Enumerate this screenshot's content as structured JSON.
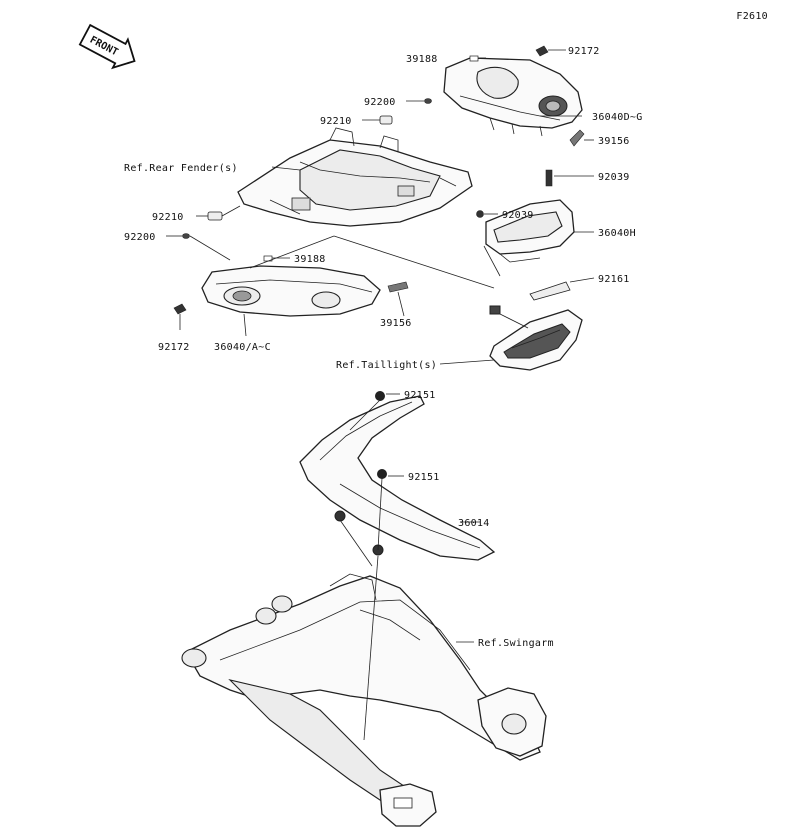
{
  "diagram_code": "F2610",
  "front_badge": "FRONT",
  "labels": {
    "p39188_top": "39188",
    "p92172_top": "92172",
    "p92200_top": "92200",
    "p36040DG": "36040D~G",
    "p92210_top": "92210",
    "p39156_top": "39156",
    "ref_rear_fender": "Ref.Rear Fender(s)",
    "p92039_right": "92039",
    "p92039_mid": "92039",
    "p36040H": "36040H",
    "p92210_left": "92210",
    "p92200_left": "92200",
    "p39188_mid": "39188",
    "p92161": "92161",
    "p39156_mid": "39156",
    "p92172_left": "92172",
    "p36040AC": "36040/A~C",
    "ref_taillight": "Ref.Taillight(s)",
    "p92151_top": "92151",
    "p92151_mid": "92151",
    "p36014": "36014",
    "ref_swingarm": "Ref.Swingarm"
  }
}
